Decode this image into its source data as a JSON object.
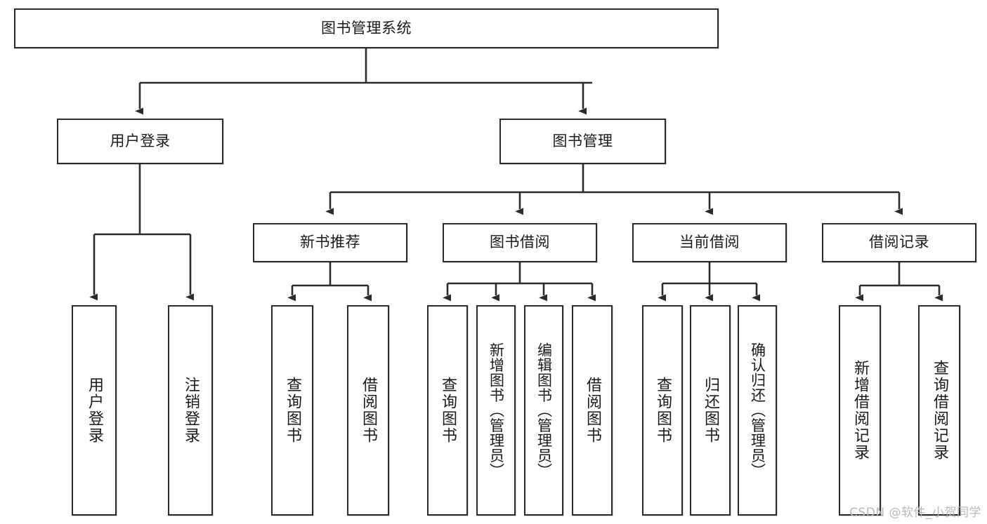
{
  "diagram": {
    "type": "tree-hierarchy-chart",
    "title": "图书管理系统",
    "colors": {
      "box_border": "#2b2b2b",
      "box_fill": "#ffffff",
      "edge": "#2b2b2b",
      "text": "#1a1a1a",
      "watermark": "#b9b9b9",
      "background": "#ffffff"
    },
    "levels": {
      "level1": [
        {
          "id": "root",
          "label": "图书管理系统",
          "orientation": "horizontal"
        }
      ],
      "level2": [
        {
          "id": "user-login",
          "label": "用户登录",
          "orientation": "horizontal"
        },
        {
          "id": "book-manage",
          "label": "图书管理",
          "orientation": "horizontal"
        }
      ],
      "level3": [
        {
          "id": "new-book-recommend",
          "label": "新书推荐",
          "orientation": "horizontal"
        },
        {
          "id": "book-borrow",
          "label": "图书借阅",
          "orientation": "horizontal"
        },
        {
          "id": "current-borrow",
          "label": "当前借阅",
          "orientation": "horizontal"
        },
        {
          "id": "borrow-record",
          "label": "借阅记录",
          "orientation": "horizontal"
        }
      ],
      "level4": [
        {
          "id": "leaf-user-login",
          "label": "用户登录",
          "orientation": "vertical",
          "parent": "user-login"
        },
        {
          "id": "leaf-logout",
          "label": "注销登录",
          "orientation": "vertical",
          "parent": "user-login"
        },
        {
          "id": "leaf-query-book-1",
          "label": "查询图书",
          "orientation": "vertical",
          "parent": "new-book-recommend"
        },
        {
          "id": "leaf-borrow-book-1",
          "label": "借阅图书",
          "orientation": "vertical",
          "parent": "new-book-recommend"
        },
        {
          "id": "leaf-query-book-2",
          "label": "查询图书",
          "orientation": "vertical",
          "parent": "book-borrow"
        },
        {
          "id": "leaf-add-book",
          "label": "新增图书（管理员）",
          "orientation": "vertical",
          "parent": "book-borrow"
        },
        {
          "id": "leaf-edit-book",
          "label": "编辑图书（管理员）",
          "orientation": "vertical",
          "parent": "book-borrow"
        },
        {
          "id": "leaf-borrow-book-2",
          "label": "借阅图书",
          "orientation": "vertical",
          "parent": "book-borrow"
        },
        {
          "id": "leaf-query-book-3",
          "label": "查询图书",
          "orientation": "vertical",
          "parent": "current-borrow"
        },
        {
          "id": "leaf-return-book",
          "label": "归还图书",
          "orientation": "vertical",
          "parent": "current-borrow"
        },
        {
          "id": "leaf-confirm-return",
          "label": "确认归还（管理员）",
          "orientation": "vertical",
          "parent": "current-borrow"
        },
        {
          "id": "leaf-add-record",
          "label": "新增借阅记录",
          "orientation": "vertical",
          "parent": "borrow-record"
        },
        {
          "id": "leaf-query-record",
          "label": "查询借阅记录",
          "orientation": "vertical",
          "parent": "borrow-record"
        }
      ]
    },
    "watermark": "CSDN @软件_小贺同学"
  }
}
